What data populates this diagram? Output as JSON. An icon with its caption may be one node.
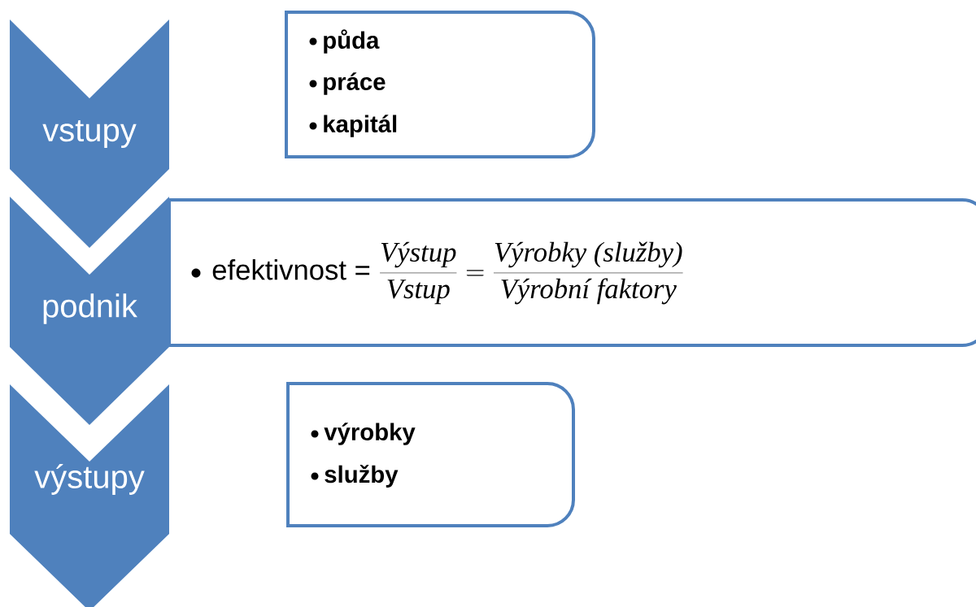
{
  "diagram": {
    "nodes": [
      {
        "text": [
          "vstupy"
        ]
      },
      {
        "text": [
          "půda",
          "práce",
          "kapitál"
        ]
      },
      {
        "text": [
          "podnik"
        ]
      },
      {
        "text": [
          "efektivnost =",
          "\\frac{\\textit{Výstup}}{\\textit{Vstup}} = \\frac{\\textit{Výrobky (služby)}}{\\textit{Výrobní faktory}}"
        ]
      },
      {
        "text": [
          "výstupy"
        ]
      },
      {
        "text": [
          "výrobky",
          "služby"
        ]
      }
    ]
  }
}
